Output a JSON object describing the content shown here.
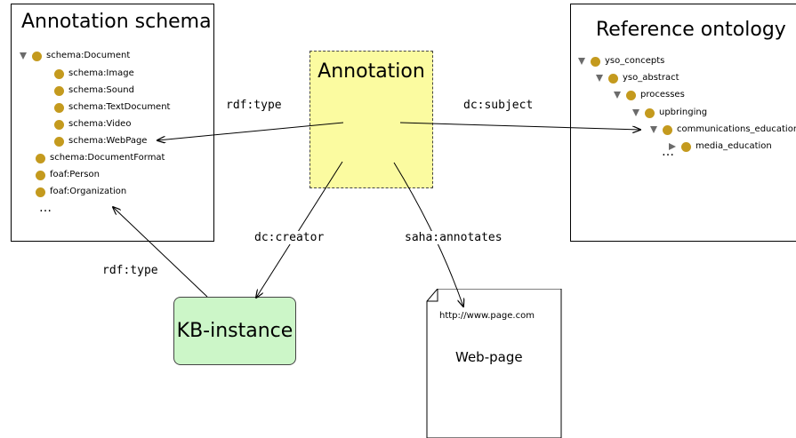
{
  "schema_box": {
    "title": "Annotation schema",
    "items": [
      {
        "label": "schema:Document"
      },
      {
        "label": "schema:Image"
      },
      {
        "label": "schema:Sound"
      },
      {
        "label": "schema:TextDocument"
      },
      {
        "label": "schema:Video"
      },
      {
        "label": "schema:WebPage"
      },
      {
        "label": "schema:DocumentFormat"
      },
      {
        "label": "foaf:Person"
      },
      {
        "label": "foaf:Organization"
      }
    ],
    "ellipsis": "…"
  },
  "ontology_box": {
    "title": "Reference ontology",
    "items": [
      {
        "label": "yso_concepts"
      },
      {
        "label": "yso_abstract"
      },
      {
        "label": "processes"
      },
      {
        "label": "upbringing"
      },
      {
        "label": "communications_education"
      },
      {
        "label": "media_education"
      }
    ],
    "ellipsis": "…"
  },
  "annotation_node": {
    "label": "Annotation"
  },
  "kb_node": {
    "label": "KB-instance"
  },
  "webpage_node": {
    "url": "http://www.page.com",
    "title": "Web-page"
  },
  "edges": {
    "rdf_type_top": "rdf:type",
    "dc_subject": "dc:subject",
    "dc_creator": "dc:creator",
    "saha_annotates": "saha:annotates",
    "rdf_type_bottom": "rdf:type"
  },
  "colors": {
    "annotation_fill": "#fbfba0",
    "kb_fill": "#ccf6c8",
    "tree_dot": "#c49a1e"
  }
}
